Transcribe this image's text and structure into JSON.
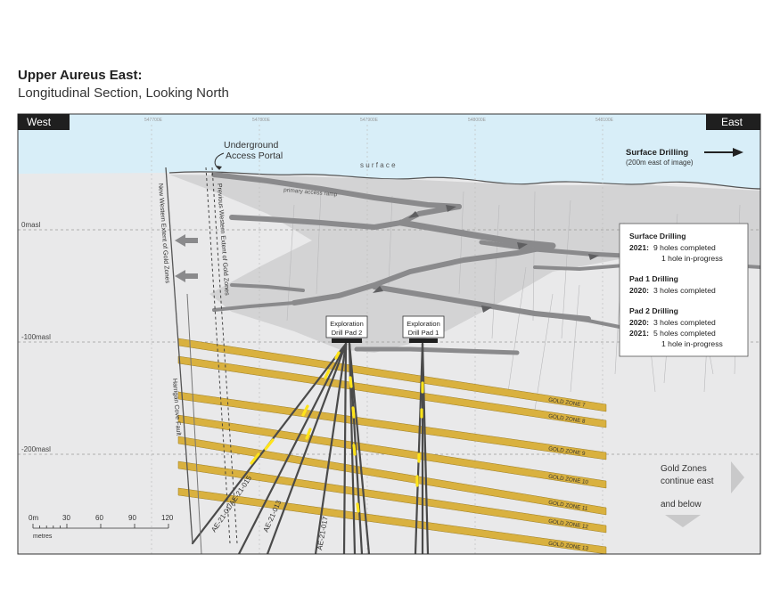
{
  "header": {
    "title": "Upper Aureus East:",
    "subtitle": "Longitudinal Section, Looking North"
  },
  "compass": {
    "west": "West",
    "east": "East"
  },
  "eastings": [
    "547700E",
    "547800E",
    "547900E",
    "548000E",
    "548100E"
  ],
  "elevations": [
    "0masl",
    "-100masl",
    "-200masl"
  ],
  "surface": {
    "portal_line1": "Underground",
    "portal_line2": "Access Portal",
    "surface_label": "s u r f a c e",
    "ramp_label": "primary access ramp",
    "surface_drilling_line1": "Surface Drilling",
    "surface_drilling_line2": "(200m east of image)"
  },
  "boundaries": {
    "new_western": "New Western Extent of Gold Zones",
    "previous_western": "Previous Western Extent of Gold Zones",
    "fault": "Harrigan Cove Fault"
  },
  "pads": [
    {
      "line1": "Exploration",
      "line2": "Drill Pad 2"
    },
    {
      "line1": "Exploration",
      "line2": "Drill Pad 1"
    }
  ],
  "holes": [
    "AE-21-01/AE-21-015",
    "AE-21-013",
    "AE-21-017"
  ],
  "gold_zones": [
    "GOLD ZONE 7",
    "GOLD ZONE 8",
    "GOLD ZONE 9",
    "GOLD ZONE 10",
    "GOLD ZONE 11",
    "GOLD ZONE 12",
    "GOLD ZONE 13"
  ],
  "legend_box": {
    "s1_title": "Surface Drilling",
    "s1_year": "2021:",
    "s1_line1": "9 holes completed",
    "s1_line2": "1 hole in-progress",
    "s2_title": "Pad 1 Drilling",
    "s2_year": "2020:",
    "s2_line1": "3 holes completed",
    "s3_title": "Pad 2 Drilling",
    "s3_year1": "2020:",
    "s3_line1": "3 holes completed",
    "s3_year2": "2021:",
    "s3_line2": "5 holes completed",
    "s3_line3": "1 hole in-progress"
  },
  "continue_note": {
    "line1": "Gold Zones",
    "line2": "continue east",
    "line3": "and below"
  },
  "scale_bar": {
    "ticks": [
      "0m",
      "30",
      "60",
      "90",
      "120"
    ],
    "unit": "metres"
  },
  "colors": {
    "sky": "#d8eef8",
    "rock": "#e9e9ea",
    "workings": "#8a8a8c",
    "gold_zone": "#d9b13f",
    "hole": "#4a4a4a",
    "intercept": "#ffe419",
    "frame": "#333333"
  }
}
